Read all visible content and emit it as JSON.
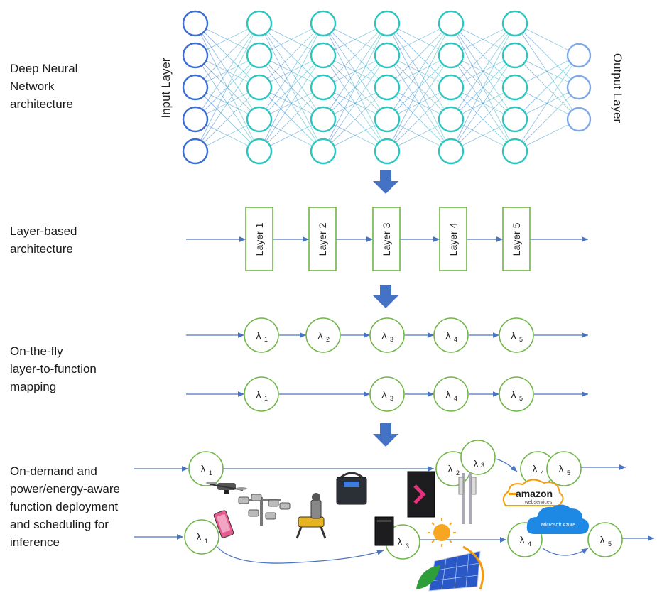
{
  "colors": {
    "input_node": "#3b6fd4",
    "hidden_node": "#2cc5c0",
    "output_node": "#7ea8e8",
    "edge_gradient_from": "#3b6fd4",
    "edge_gradient_to": "#3cc9c4",
    "step_arrow": "#4472c4",
    "flow_line": "#4a74c0",
    "green": "#70b548",
    "aws_orange": "#f39c12",
    "azure_blue": "#1e88e5"
  },
  "stages": {
    "dnn": {
      "lines": [
        "Deep Neural",
        "Network",
        "architecture"
      ]
    },
    "layer_based": {
      "lines": [
        "Layer-based",
        "architecture"
      ]
    },
    "mapping": {
      "lines": [
        "On-the-fly",
        "layer-to-function",
        "mapping"
      ]
    },
    "deployment": {
      "lines": [
        "On-demand and",
        "power/energy-aware",
        "function deployment",
        "and scheduling for",
        "inference"
      ]
    }
  },
  "nn": {
    "input_label": "Input Layer",
    "output_label": "Output Layer",
    "layer_sizes": [
      5,
      5,
      5,
      5,
      5,
      5,
      3
    ]
  },
  "layers": [
    {
      "label": "Layer 1"
    },
    {
      "label": "Layer 2"
    },
    {
      "label": "Layer 3"
    },
    {
      "label": "Layer 4"
    },
    {
      "label": "Layer 5"
    }
  ],
  "lambda": {
    "symbol": "λ",
    "row1": [
      "1",
      "2",
      "3",
      "4",
      "5"
    ],
    "row2": [
      "1",
      "3",
      "4",
      "5"
    ]
  },
  "deployment": {
    "top": [
      "1",
      "2",
      "3",
      "4",
      "5"
    ],
    "bottom": [
      "1",
      "3",
      "4",
      "5"
    ],
    "icons": [
      "drone-icon",
      "camera-array-icon",
      "smartphone-icon",
      "robot-dog-icon",
      "server-box-icon",
      "rack-server-icon",
      "cell-tower-icon",
      "dark-server-icon",
      "sun-icon",
      "solar-panel-icon",
      "leaf-icon",
      "aws-cloud-icon",
      "azure-cloud-icon"
    ],
    "aws_text": "amazon",
    "aws_sub": "webservices",
    "azure_text": "Microsoft Azure"
  }
}
